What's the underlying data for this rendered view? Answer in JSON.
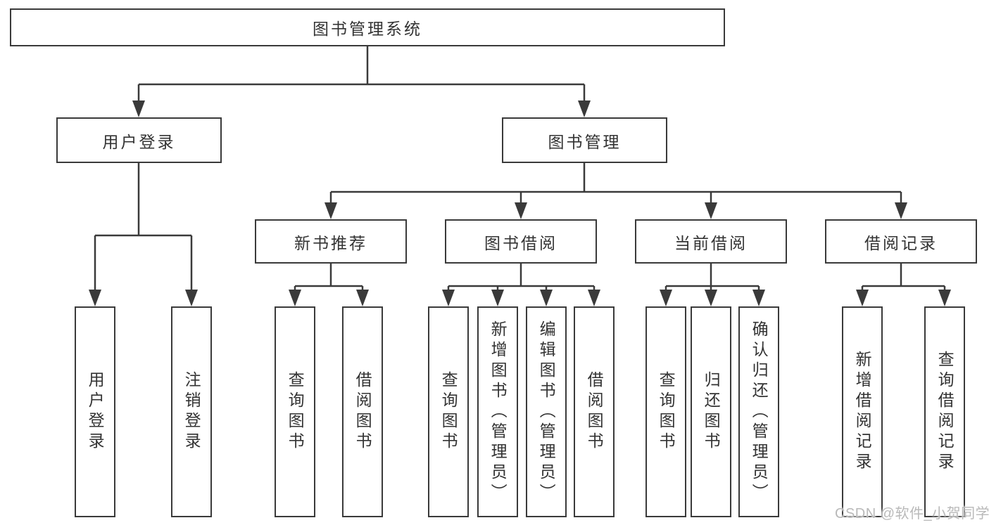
{
  "diagram": {
    "root": "图书管理系统",
    "level2": [
      {
        "label": "用户登录"
      },
      {
        "label": "图书管理"
      }
    ],
    "level3": [
      {
        "label": "新书推荐"
      },
      {
        "label": "图书借阅"
      },
      {
        "label": "当前借阅"
      },
      {
        "label": "借阅记录"
      }
    ],
    "leaves": {
      "user_login": [
        "用户登录",
        "注销登录"
      ],
      "new_book": [
        "查询图书",
        "借阅图书"
      ],
      "book_borrow": [
        "查询图书",
        "新增图书（管理员）",
        "编辑图书（管理员）",
        "借阅图书"
      ],
      "current_borrow": [
        "查询图书",
        "归还图书",
        "确认归还（管理员）"
      ],
      "borrow_record": [
        "新增借阅记录",
        "查询借阅记录"
      ]
    }
  },
  "watermark": "CSDN @软件_小贺同学",
  "colors": {
    "line": "#3a3a3a",
    "box_border": "#3a3a3a",
    "text": "#333333",
    "watermark": "#b9b9b9",
    "background": "#ffffff"
  }
}
